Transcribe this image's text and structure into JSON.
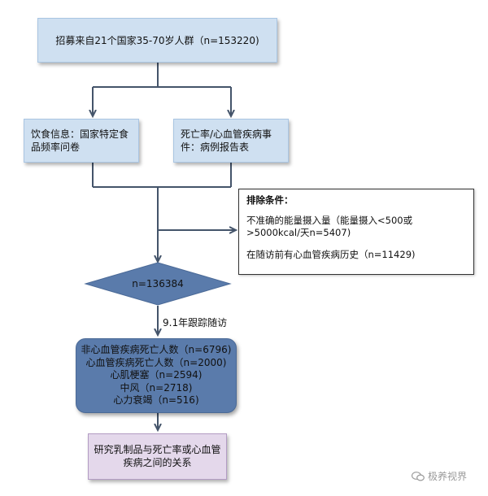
{
  "recruit": {
    "text": "招募来自21个国家35-70岁人群（n=153220)"
  },
  "diet": {
    "text": "饮食信息：国家特定食品频率问卷"
  },
  "death": {
    "text": "死亡率/心血管疾病事件：病例报告表"
  },
  "exclusion": {
    "title": "排除条件：",
    "item1": "不准确的能量摄入量（能量摄入<500或>5000kcal/天n=5407)",
    "item2": "在随访前有心血管疾病历史（n=11429)"
  },
  "decision": {
    "text": "n=136384"
  },
  "followup": {
    "text": "9.1年跟踪随访"
  },
  "outcomes": {
    "lines": [
      "非心血管疾病死亡人数（n=6796)",
      "心血管疾病死亡人数（n=2000)",
      "心肌梗塞（n=2594)",
      "中风（n=2718)",
      "心力衰竭（n=516)"
    ]
  },
  "study": {
    "text": "研究乳制品与死亡率或心血管疾病之间的关系"
  },
  "watermark": {
    "text": "极养视界",
    "icon": "wechat-icon"
  },
  "colors": {
    "box_blue": "#cfe0f1",
    "outcome_blue": "#5a7bab",
    "study_purple": "#e4d8eb",
    "arrow": "#44546a"
  }
}
